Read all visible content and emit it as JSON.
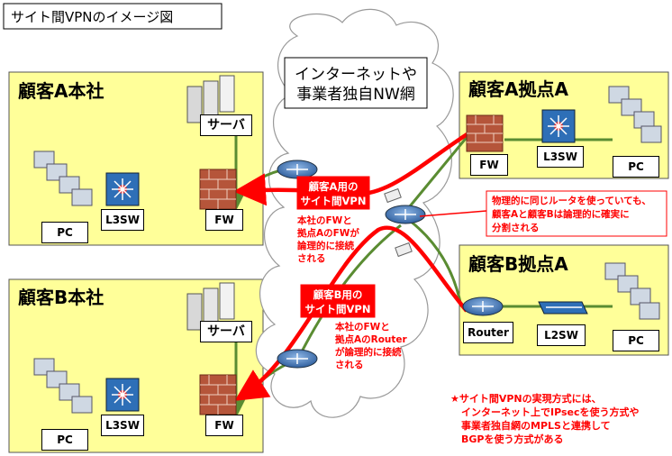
{
  "title": "サイト間VPNのイメージ図",
  "cloud": {
    "line1": "インターネットや",
    "line2": "事業者独自NW網"
  },
  "sites": {
    "a_hq": {
      "name": "顧客A本社",
      "server": "サーバ",
      "fw": "FW",
      "l3sw": "L3SW",
      "pc": "PC"
    },
    "b_hq": {
      "name": "顧客B本社",
      "server": "サーバ",
      "fw": "FW",
      "l3sw": "L3SW",
      "pc": "PC"
    },
    "a_branch": {
      "name": "顧客A拠点A",
      "fw": "FW",
      "l3sw": "L3SW",
      "pc": "PC"
    },
    "b_branch": {
      "name": "顧客B拠点A",
      "router": "Router",
      "l2sw": "L2SW",
      "pc": "PC"
    }
  },
  "vpn_a": {
    "label1": "顧客A用の",
    "label2": "サイト間VPN",
    "desc1": "本社のFWと",
    "desc2": "拠点AのFWが",
    "desc3": "論理的に接続",
    "desc4": "される"
  },
  "vpn_b": {
    "label1": "顧客B用の",
    "label2": "サイト間VPN",
    "desc1": "本社のFWと",
    "desc2": "拠点AのRouter",
    "desc3": "が論理的に接続",
    "desc4": "される"
  },
  "router_note": {
    "line1": "物理的に同じルータを使っていても、",
    "line2": "顧客Aと顧客Bは論理的に確実に",
    "line3": "分割される"
  },
  "method_note": {
    "line1": "★サイト間VPNの実現方式には、",
    "line2": "インターネット上でIPsecを使う方式や",
    "line3": "事業者独自網のMPLSと連携して",
    "line4": "BGPを使う方式がある"
  },
  "colors": {
    "site_bg": "#ffff99",
    "vpn_red": "#ff0000",
    "link_green": "#5a8c32",
    "router_blue": "#3a6fb0"
  }
}
